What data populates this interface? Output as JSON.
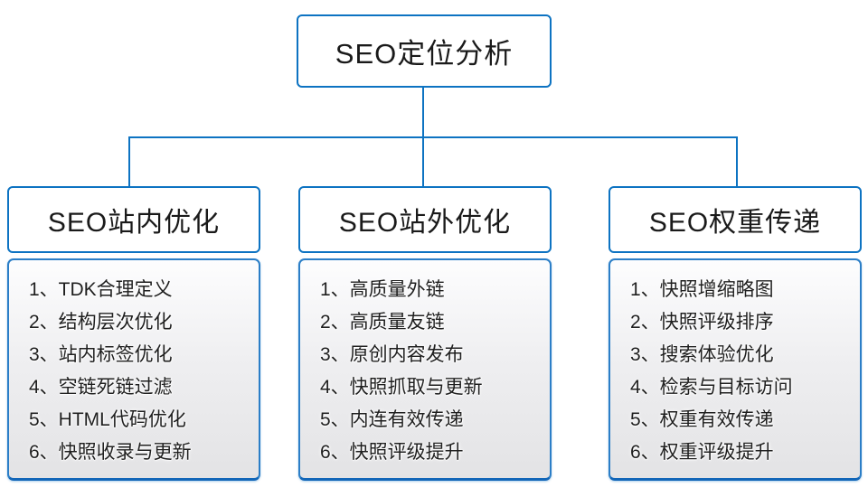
{
  "diagram": {
    "root_label": "SEO定位分析",
    "branches": [
      {
        "label": "SEO站内优化",
        "items": [
          "1、TDK合理定义",
          "2、结构层次优化",
          "3、站内标签优化",
          "4、空链死链过滤",
          "5、HTML代码优化",
          "6、快照收录与更新"
        ]
      },
      {
        "label": "SEO站外优化",
        "items": [
          "1、高质量外链",
          "2、高质量友链",
          "3、原创内容发布",
          "4、快照抓取与更新",
          "5、内连有效传递",
          "6、快照评级提升"
        ]
      },
      {
        "label": "SEO权重传递",
        "items": [
          "1、快照增缩略图",
          "2、快照评级排序",
          "3、搜索体验优化",
          "4、检索与目标访问",
          "5、权重有效传递",
          "6、权重评级提升"
        ]
      }
    ],
    "colors": {
      "connector_blue": "#0d73c2",
      "list_border_blue": "#2b7ec7",
      "text": "#1a1a1a",
      "list_gradient_top": "#fdfdfe",
      "list_gradient_bottom": "#e3e3e5"
    }
  }
}
